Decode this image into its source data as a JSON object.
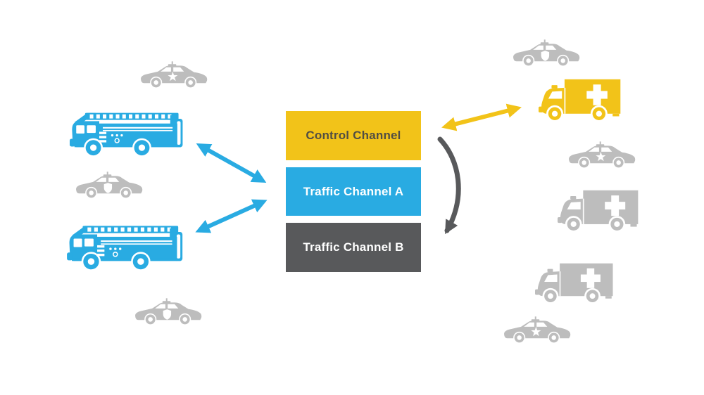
{
  "colors": {
    "accent-blue": "#29ABE2",
    "accent-yellow": "#F2C319",
    "dark-gray": "#58595B",
    "vehicle-gray": "#BDBDBD",
    "control-text": "#524E43"
  },
  "channels": [
    {
      "id": "control",
      "label": "Control Channel",
      "color_role": "yellow"
    },
    {
      "id": "traffic-a",
      "label": "Traffic Channel A",
      "color_role": "blue"
    },
    {
      "id": "traffic-b",
      "label": "Traffic Channel B",
      "color_role": "dark-gray"
    }
  ],
  "connections": [
    {
      "from": "fire-truck-top",
      "to": "Traffic Channel A",
      "style": "double-headed-arrow",
      "color": "#29ABE2"
    },
    {
      "from": "fire-truck-bottom",
      "to": "Traffic Channel A",
      "style": "double-headed-arrow",
      "color": "#29ABE2"
    },
    {
      "from": "Control Channel",
      "to": "ambulance-yellow",
      "style": "double-headed-arrow",
      "color": "#F2C319"
    },
    {
      "from": "Control Channel",
      "to": "Traffic Channel B",
      "style": "curved-one-way-arrow",
      "color": "#58595B"
    }
  ],
  "vehicles": {
    "left": [
      {
        "icon": "police-car-star",
        "color": "#BDBDBD"
      },
      {
        "icon": "fire-truck",
        "color": "#29ABE2"
      },
      {
        "icon": "police-car-shield",
        "color": "#BDBDBD"
      },
      {
        "icon": "fire-truck",
        "color": "#29ABE2"
      },
      {
        "icon": "police-car-shield",
        "color": "#BDBDBD"
      }
    ],
    "right": [
      {
        "icon": "police-car-shield",
        "color": "#BDBDBD"
      },
      {
        "icon": "ambulance",
        "color": "#F2C319"
      },
      {
        "icon": "police-car-star",
        "color": "#BDBDBD"
      },
      {
        "icon": "ambulance",
        "color": "#BDBDBD"
      },
      {
        "icon": "ambulance",
        "color": "#BDBDBD"
      },
      {
        "icon": "police-car-star",
        "color": "#BDBDBD"
      }
    ]
  }
}
